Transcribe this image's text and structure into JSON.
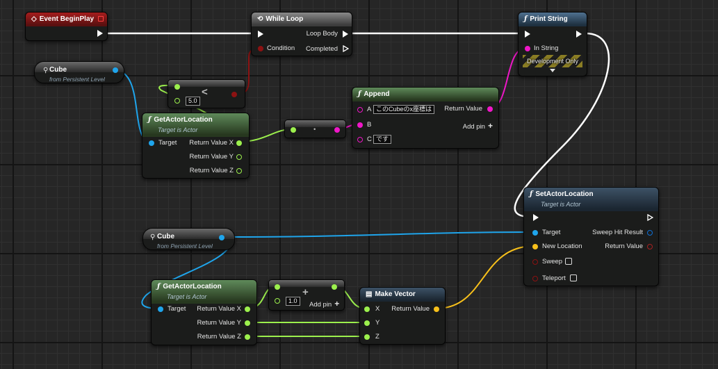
{
  "colors": {
    "exec": "#ffffff",
    "float": "#9cf04d",
    "bool": "#8c1212",
    "string": "#ef17c8",
    "object": "#1fa5ec",
    "vector": "#f7c01b",
    "hit_result": "#0d6fd6",
    "rotator": "#a72020"
  },
  "nodes": {
    "event_begin_play": {
      "title": "Event BeginPlay",
      "icon": "event-diamond-icon"
    },
    "while_loop": {
      "title": "While Loop",
      "icon": "loop-icon",
      "pins": {
        "condition": "Condition",
        "loop_body": "Loop Body",
        "completed": "Completed"
      }
    },
    "print_string": {
      "title": "Print String",
      "icon": "function-icon",
      "pins": {
        "in_string": "In String"
      },
      "dev_label": "Development Only"
    },
    "cube_var_1": {
      "name": "Cube",
      "sub": "from Persistent Level",
      "icon": "actor-icon"
    },
    "less_than": {
      "symbol": "<",
      "default_b": "5.0"
    },
    "get_actor_location_1": {
      "title": "GetActorLocation",
      "sub": "Target is Actor",
      "pins": {
        "target": "Target",
        "x": "Return Value X",
        "y": "Return Value Y",
        "z": "Return Value Z"
      }
    },
    "to_string": {
      "symbol": "•"
    },
    "append": {
      "title": "Append",
      "pins": {
        "a": "A",
        "a_value": "このCubeのx座標は",
        "b": "B",
        "c": "C",
        "c_value": "です",
        "return": "Return Value",
        "add_pin": "Add pin"
      }
    },
    "set_actor_location": {
      "title": "SetActorLocation",
      "sub": "Target is Actor",
      "pins": {
        "target": "Target",
        "new_location": "New Location",
        "sweep": "Sweep",
        "teleport": "Teleport",
        "sweep_hit": "Sweep Hit Result",
        "return": "Return Value"
      }
    },
    "cube_var_2": {
      "name": "Cube",
      "sub": "from Persistent Level",
      "icon": "actor-icon"
    },
    "get_actor_location_2": {
      "title": "GetActorLocation",
      "sub": "Target is Actor",
      "pins": {
        "target": "Target",
        "x": "Return Value X",
        "y": "Return Value Y",
        "z": "Return Value Z"
      }
    },
    "add_node": {
      "symbol": "+",
      "default_b": "1.0",
      "add_pin": "Add pin"
    },
    "make_vector": {
      "title": "Make Vector",
      "icon": "make-struct-icon",
      "pins": {
        "x": "X",
        "y": "Y",
        "z": "Z",
        "return": "Return Value"
      }
    }
  }
}
